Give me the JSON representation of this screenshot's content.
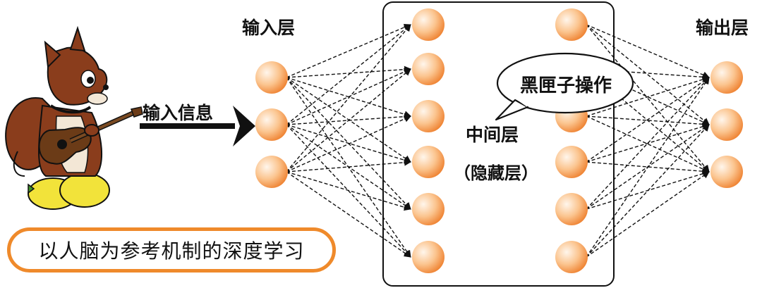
{
  "labels": {
    "input_layer": "输入层",
    "output_layer": "输出层",
    "input_info": "输入信息",
    "middle_layer": "中间层",
    "hidden_layer": "（隐藏层）",
    "black_box": "黑匣子操作",
    "caption": "以人脑为参考机制的深度学习"
  },
  "network": {
    "input_nodes": 3,
    "hidden_columns": 2,
    "hidden_nodes_per_column": 6,
    "output_nodes": 3
  },
  "colors": {
    "node_light": "#fff4e8",
    "node_dark": "#f08a3c",
    "caption_border": "#ef8a2b",
    "squirrel_fur": "#8a3d1c",
    "lemon": "#f2e33a"
  },
  "icons": [
    "squirrel-guitar-illustration",
    "speech-bubble",
    "arrow-right"
  ]
}
